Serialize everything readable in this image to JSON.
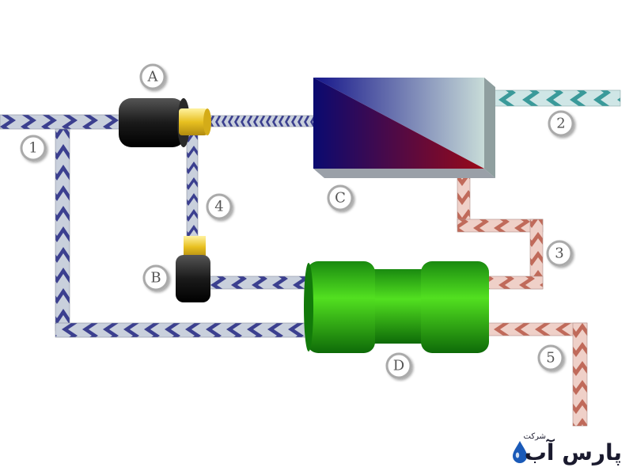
{
  "labels": {
    "A": "A",
    "B": "B",
    "C": "C",
    "D": "D",
    "p1": "1",
    "p2": "2",
    "p3": "3",
    "p4": "4",
    "p5": "5"
  },
  "logo": {
    "text": "پارس آب",
    "small": "شرکت"
  },
  "colors": {
    "blue_pipe": "#3b3f8f",
    "teal_pipe": "#3a9a9a",
    "red_pipe": "#c06a5a",
    "box_top_left": "#1a1a8a",
    "box_bottom_left": "#0a0a6a",
    "box_bottom_right": "#8a0a1a",
    "box_right": "#b8d8d8",
    "green_body": "#22aa10",
    "yellow_fitting": "#e8c020",
    "black_fitting": "#222222"
  },
  "icons": [
    "water-drop-icon"
  ]
}
